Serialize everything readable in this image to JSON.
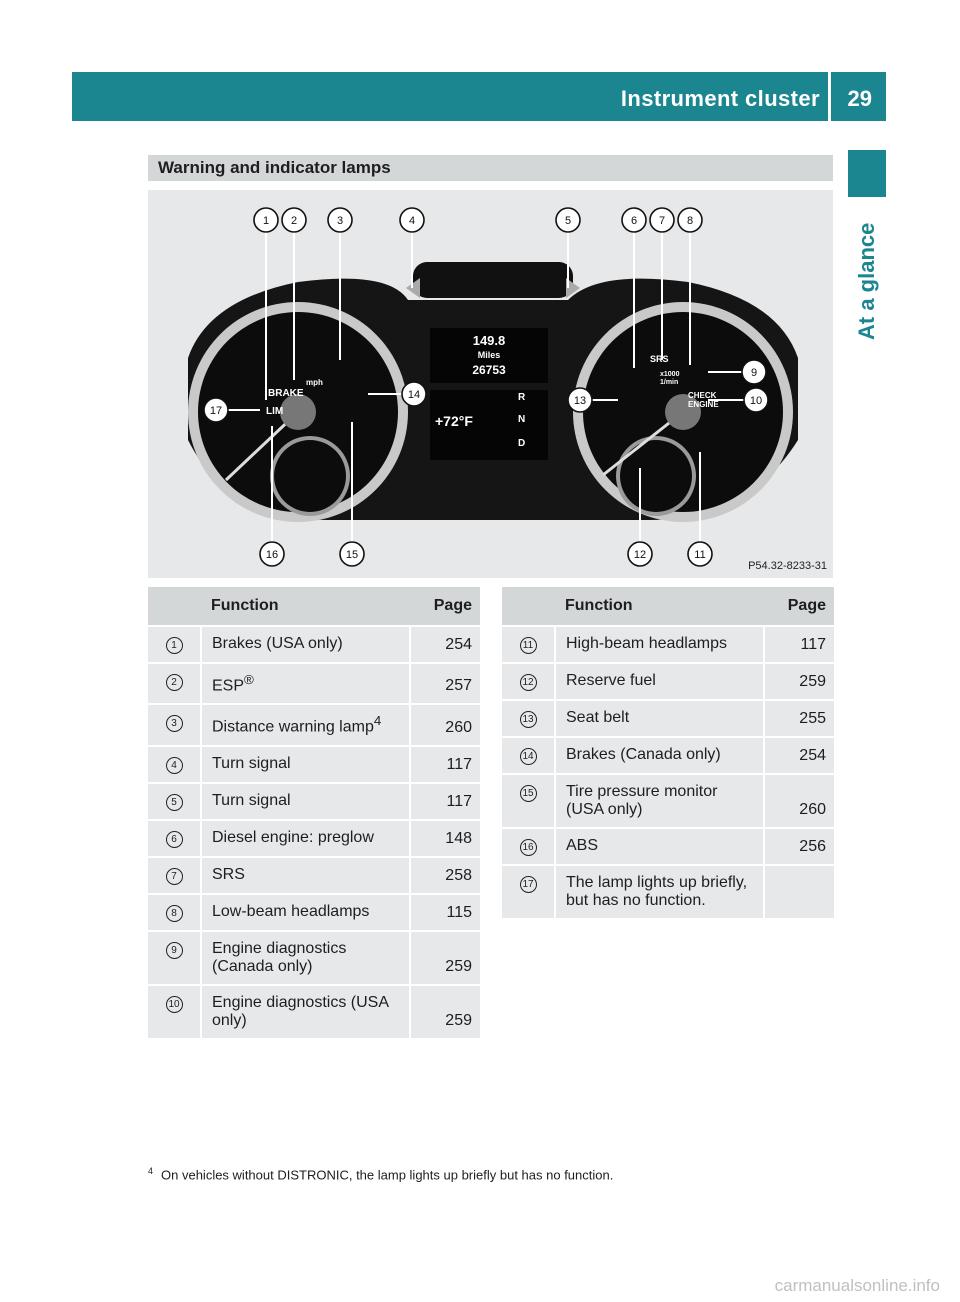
{
  "header": {
    "title": "Instrument cluster",
    "page": "29"
  },
  "side_tab": "At a glance",
  "section_title": "Warning and indicator lamps",
  "figure": {
    "code": "P54.32-8233-31",
    "display_trip": "149.8",
    "display_unit": "Miles",
    "display_odo": "26753",
    "display_temp": "+72°F",
    "gear_r": "R",
    "gear_n": "N",
    "gear_d": "D",
    "speed_unit": "mph",
    "brake_text": "BRAKE",
    "lim_text": "LIM",
    "srs_text": "SRS",
    "rpm_unit_1": "x1000",
    "rpm_unit_2": "1/min",
    "check_engine_1": "CHECK",
    "check_engine_2": "ENGINE",
    "callouts": [
      "1",
      "2",
      "3",
      "4",
      "5",
      "6",
      "7",
      "8",
      "9",
      "10",
      "11",
      "12",
      "13",
      "14",
      "15",
      "16",
      "17"
    ]
  },
  "table_left": {
    "headers": {
      "function": "Function",
      "page": "Page"
    },
    "rows": [
      {
        "num": "1",
        "function": "Brakes (USA only)",
        "page": "254"
      },
      {
        "num": "2",
        "function": "ESP",
        "sup": "®",
        "page": "257"
      },
      {
        "num": "3",
        "function": "Distance warning lamp",
        "sup": "4",
        "page": "260"
      },
      {
        "num": "4",
        "function": "Turn signal",
        "page": "117"
      },
      {
        "num": "5",
        "function": "Turn signal",
        "page": "117"
      },
      {
        "num": "6",
        "function": "Diesel engine: preglow",
        "page": "148"
      },
      {
        "num": "7",
        "function": "SRS",
        "page": "258"
      },
      {
        "num": "8",
        "function": "Low-beam headlamps",
        "page": "115"
      },
      {
        "num": "9",
        "function": "Engine diagnostics (Canada only)",
        "page": "259"
      },
      {
        "num": "10",
        "function": "Engine diagnostics (USA only)",
        "page": "259"
      }
    ]
  },
  "table_right": {
    "headers": {
      "function": "Function",
      "page": "Page"
    },
    "rows": [
      {
        "num": "11",
        "function": "High-beam headlamps",
        "page": "117"
      },
      {
        "num": "12",
        "function": "Reserve fuel",
        "page": "259"
      },
      {
        "num": "13",
        "function": "Seat belt",
        "page": "255"
      },
      {
        "num": "14",
        "function": "Brakes (Canada only)",
        "page": "254"
      },
      {
        "num": "15",
        "function": "Tire pressure monitor (USA only)",
        "page": "260"
      },
      {
        "num": "16",
        "function": "ABS",
        "page": "256"
      },
      {
        "num": "17",
        "function": "The lamp lights up briefly, but has no function.",
        "page": ""
      }
    ]
  },
  "footnote": {
    "mark": "4",
    "text": "On vehicles without DISTRONIC, the lamp lights up briefly but has no function."
  },
  "watermark": "carmanualsonline.info"
}
